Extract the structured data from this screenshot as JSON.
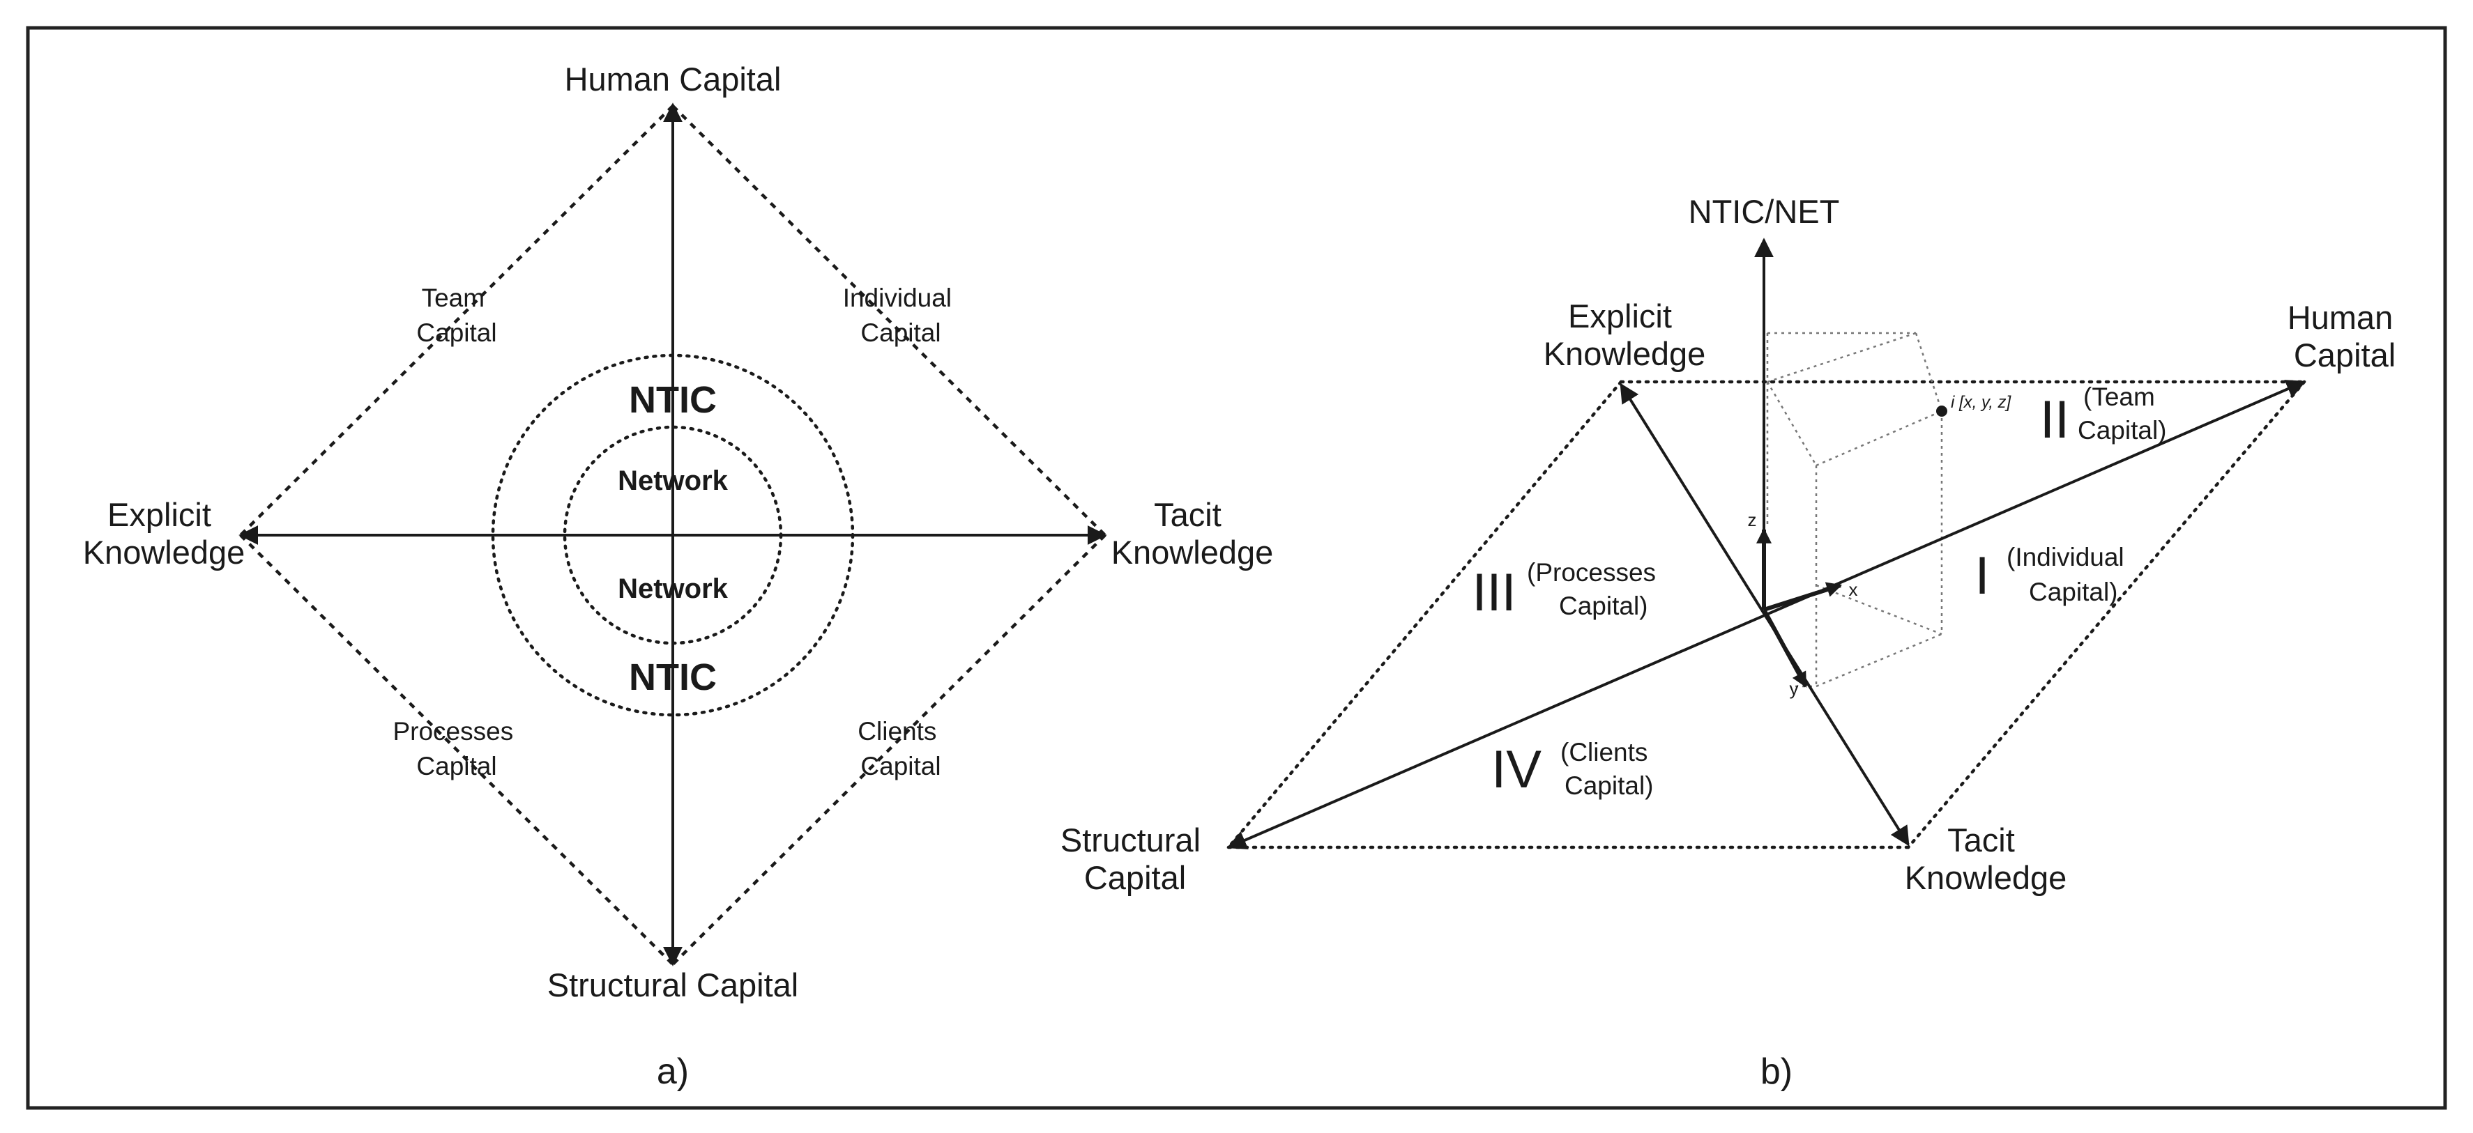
{
  "colors": {
    "ink": "#1a1a1a",
    "ntic_ring": "#ece0b4",
    "network_core": "#dbc98e",
    "frame": "#222222"
  },
  "panel_a": {
    "caption": "a)",
    "top": "Human Capital",
    "bottom": "Structural Capital",
    "left": [
      "Explicit",
      "Knowledge"
    ],
    "right": [
      "Tacit",
      "Knowledge"
    ],
    "team": [
      "Team",
      "Capital"
    ],
    "individual": [
      "Individual",
      "Capital"
    ],
    "processes": [
      "Processes",
      "Capital"
    ],
    "clients": [
      "Clients",
      "Capital"
    ],
    "ntic_top": "NTIC",
    "ntic_bottom": "NTIC",
    "network_top": "Network",
    "network_bottom": "Network"
  },
  "panel_b": {
    "caption": "b)",
    "vertical_axis": "NTIC/NET",
    "explicit": [
      "Explicit",
      "Knowledge"
    ],
    "human": [
      "Human",
      "Capital"
    ],
    "structural": [
      "Structural",
      "Capital"
    ],
    "tacit": [
      "Tacit",
      "Knowledge"
    ],
    "point_label": "i [x, y, z]",
    "axis_z": "z",
    "axis_x": "x",
    "axis_y": "y",
    "quadrants": [
      {
        "numeral": "I",
        "lines": [
          "(Individual",
          "Capital)"
        ]
      },
      {
        "numeral": "II",
        "lines": [
          "(Team",
          "Capital)"
        ]
      },
      {
        "numeral": "III",
        "lines": [
          "(Processes",
          "Capital)"
        ]
      },
      {
        "numeral": "IV",
        "lines": [
          "(Clients",
          "Capital)"
        ]
      }
    ]
  }
}
